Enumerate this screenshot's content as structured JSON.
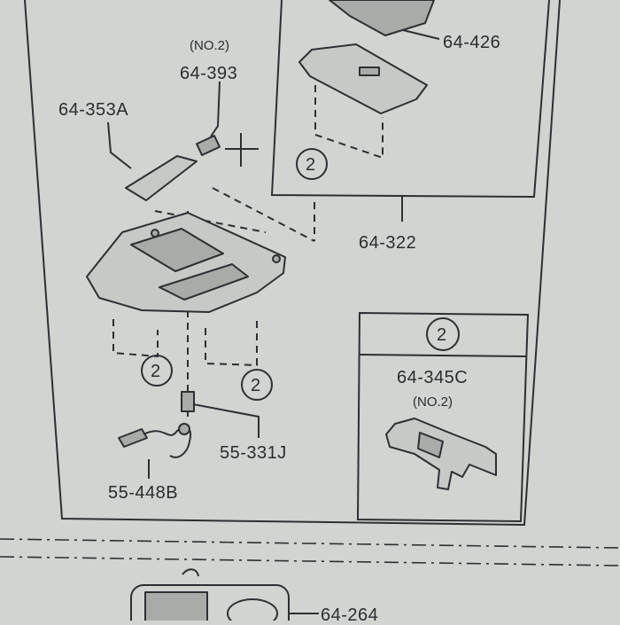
{
  "labels": {
    "p64426": "64-426",
    "p64322": "64-322",
    "p64393_note": "(NO.2)",
    "p64393": "64-393",
    "p64353a": "64-353A",
    "p55331j": "55-331J",
    "p55448b": "55-448B",
    "p64345c": "64-345C",
    "p64345c_note": "(NO.2)",
    "p64264": "64-264"
  },
  "callouts": {
    "ref": "2"
  }
}
